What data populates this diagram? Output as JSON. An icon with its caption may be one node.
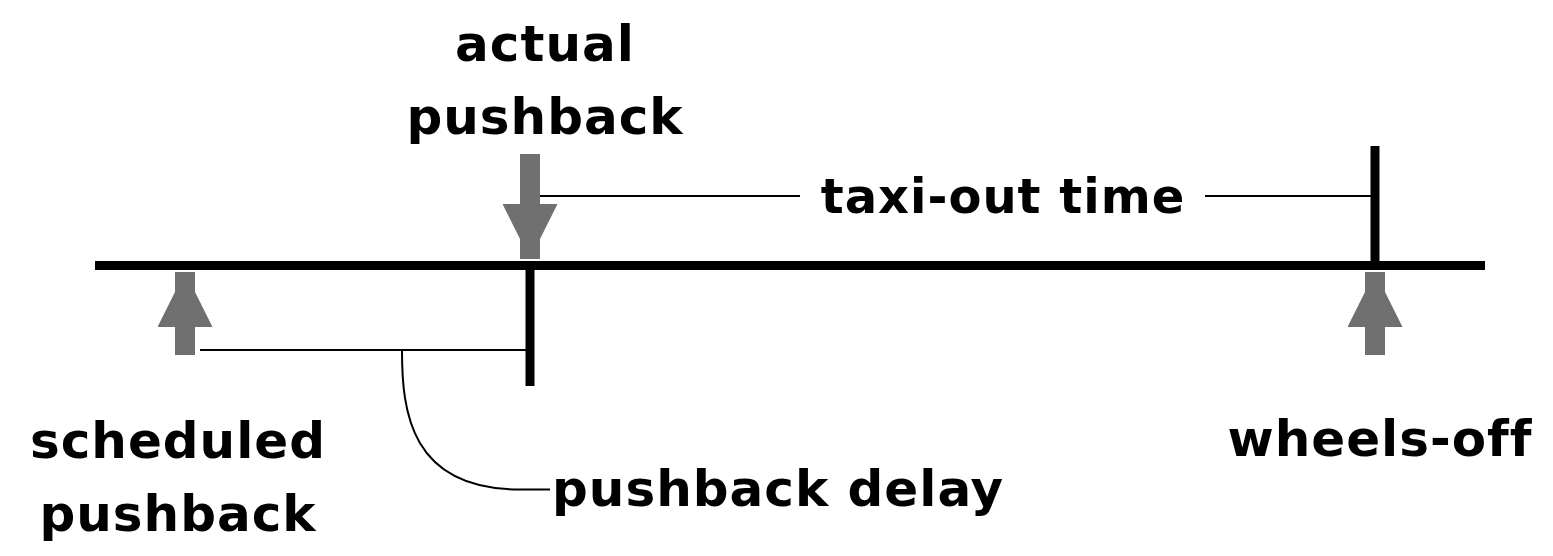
{
  "diagram": {
    "nodes": [
      {
        "text": [],
        "shape": "bar"
      },
      {
        "text": [
          "actual pushback"
        ]
      },
      {
        "text": [
          "scheduled pushback"
        ]
      },
      {
        "text": [
          "wheels-off"
        ]
      },
      {
        "text": [
          "pushback delay"
        ]
      }
    ],
    "edges": [
      {
        "from": 1,
        "to": 0,
        "arrow": "to"
      },
      {
        "from": 2,
        "to": 0,
        "arrow": "to"
      },
      {
        "from": 3,
        "to": 0,
        "arrow": "to"
      },
      {
        "from": 4,
        "to": null,
        "arrow": "none",
        "color": "#000000"
      }
    ],
    "labels": [
      "taxi-out time"
    ]
  }
}
